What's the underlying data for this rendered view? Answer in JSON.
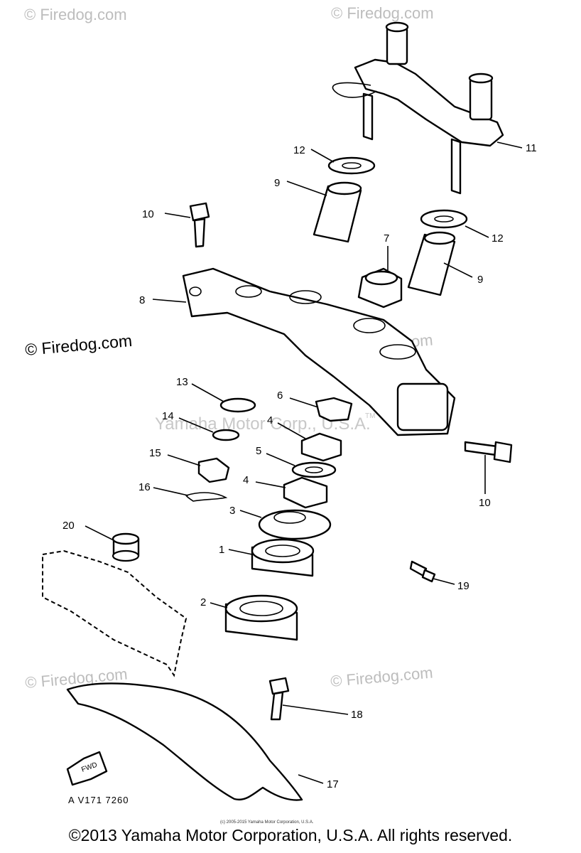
{
  "watermarks": {
    "firedog": "© Firedog.com",
    "center": "Yamaha Motor Corp., U.S.A.",
    "tm": "TM"
  },
  "callouts": [
    "1",
    "2",
    "3",
    "4",
    "5",
    "6",
    "7",
    "8",
    "9",
    "10",
    "11",
    "12",
    "13",
    "14",
    "15",
    "16",
    "17",
    "18",
    "19",
    "20"
  ],
  "diagram_code": "A V171 7260",
  "fwd_label": "FWD",
  "fine_print": "(c) 2005-2015 Yamaha Motor Corporation, U.S.A.",
  "footer": "©2013 Yamaha Motor Corporation, U.S.A. All rights reserved."
}
